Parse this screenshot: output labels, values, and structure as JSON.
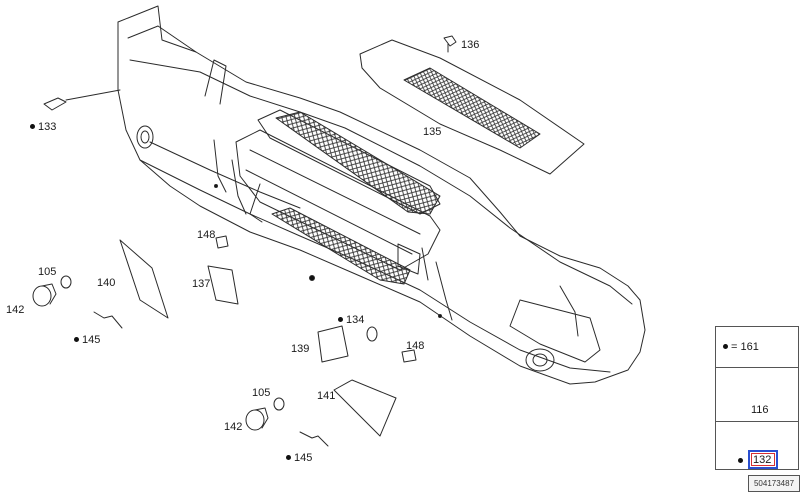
{
  "labels": {
    "p105a": "105",
    "p105b": "105",
    "p116": "116",
    "p132": "132",
    "p133": "133",
    "p134": "134",
    "p135": "135",
    "p136": "136",
    "p137": "137",
    "p139": "139",
    "p140": "140",
    "p141": "141",
    "p142a": "142",
    "p142b": "142",
    "p145a": "145",
    "p145b": "145",
    "p148a": "148",
    "p148b": "148"
  },
  "legend": {
    "item161": "= 161"
  },
  "drawing_code": "504173487",
  "colors": {
    "line": "#2b2b2b",
    "highlight_blue": "#2a4fd0",
    "highlight_red": "#d83030"
  }
}
